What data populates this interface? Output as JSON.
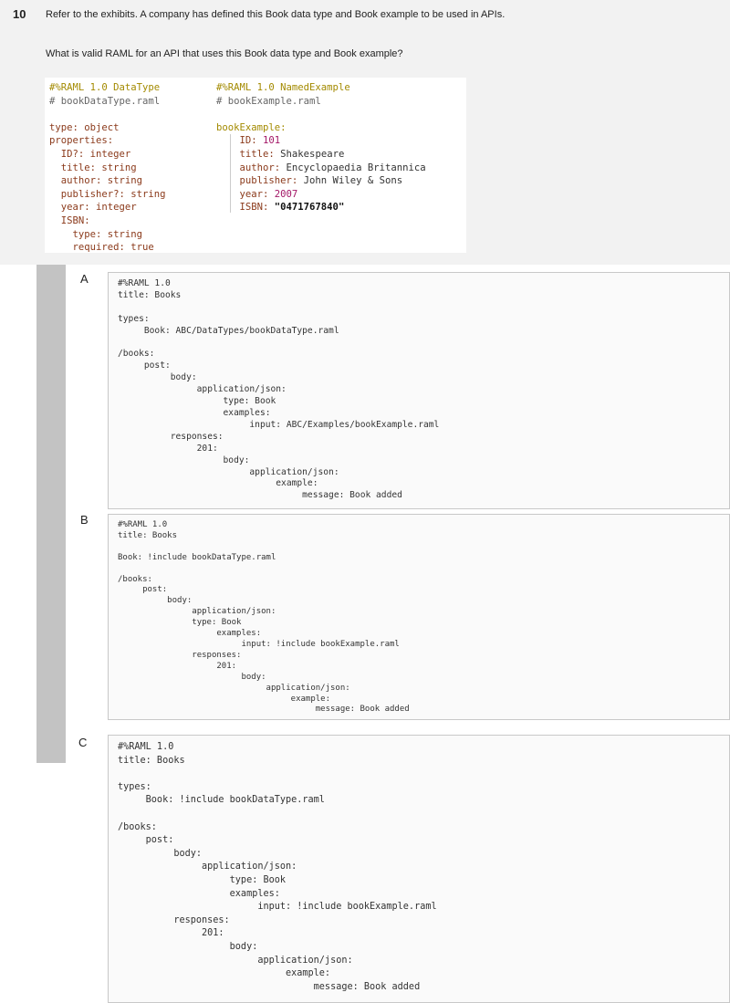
{
  "question": {
    "number": "10",
    "text": "Refer to the exhibits. A company has defined this Book data type and Book example to be used in APIs.",
    "ask": "What is valid RAML for an API that uses this Book data type and Book example?"
  },
  "exhibit": {
    "datatype": [
      {
        "text": "#%RAML 1.0 DataType",
        "cls": "c-y"
      },
      {
        "text": "# bookDataType.raml",
        "cls": "c-g"
      },
      {
        "text": "",
        "cls": "c-t"
      },
      {
        "text": "type: object",
        "cls": "c-b"
      },
      {
        "text": "properties:",
        "cls": "c-b"
      },
      {
        "text": "  ID?: integer",
        "cls": "c-b"
      },
      {
        "text": "  title: string",
        "cls": "c-b"
      },
      {
        "text": "  author: string",
        "cls": "c-b"
      },
      {
        "text": "  publisher?: string",
        "cls": "c-b"
      },
      {
        "text": "  year: integer",
        "cls": "c-b"
      },
      {
        "text": "  ISBN:",
        "cls": "c-b"
      },
      {
        "text": "    type: string",
        "cls": "c-b"
      },
      {
        "text": "    required: true",
        "cls": "c-b"
      }
    ],
    "example": [
      {
        "key": "#%RAML 1.0 NamedExample",
        "val": "",
        "kcls": "c-y",
        "vcls": "c-t"
      },
      {
        "key": "# bookExample.raml",
        "val": "",
        "kcls": "c-g",
        "vcls": "c-t"
      },
      {
        "key": "",
        "val": "",
        "kcls": "c-t",
        "vcls": "c-t"
      },
      {
        "key": "bookExample:",
        "val": "",
        "kcls": "c-y",
        "vcls": "c-t"
      },
      {
        "key": "    ID: ",
        "val": "101",
        "kcls": "c-b",
        "vcls": "c-m"
      },
      {
        "key": "    title: ",
        "val": "Shakespeare",
        "kcls": "c-b",
        "vcls": "c-t"
      },
      {
        "key": "    author: ",
        "val": "Encyclopaedia Britannica",
        "kcls": "c-b",
        "vcls": "c-t"
      },
      {
        "key": "    publisher: ",
        "val": "John Wiley & Sons",
        "kcls": "c-b",
        "vcls": "c-t"
      },
      {
        "key": "    year: ",
        "val": "2007",
        "kcls": "c-b",
        "vcls": "c-m"
      },
      {
        "key": "    ISBN: ",
        "val": "\"0471767840\"",
        "kcls": "c-b",
        "vcls": "c-k"
      }
    ]
  },
  "options": [
    {
      "letter": "A",
      "code": "#%RAML 1.0\ntitle: Books\n\ntypes:\n     Book: ABC/DataTypes/bookDataType.raml\n\n/books:\n     post:\n          body:\n               application/json:\n                    type: Book\n                    examples:\n                         input: ABC/Examples/bookExample.raml\n          responses:\n               201:\n                    body:\n                         application/json:\n                              example:\n                                   message: Book added"
    },
    {
      "letter": "B",
      "code": "#%RAML 1.0\ntitle: Books\n\nBook: !include bookDataType.raml\n\n/books:\n     post:\n          body:\n               application/json:\n               type: Book\n                    examples:\n                         input: !include bookExample.raml\n               responses:\n                    201:\n                         body:\n                              application/json:\n                                   example:\n                                        message: Book added"
    },
    {
      "letter": "C",
      "code": "#%RAML 1.0\ntitle: Books\n\ntypes:\n     Book: !include bookDataType.raml\n\n/books:\n     post:\n          body:\n               application/json:\n                    type: Book\n                    examples:\n                         input: !include bookExample.raml\n          responses:\n               201:\n                    body:\n                         application/json:\n                              example:\n                                   message: Book added"
    }
  ]
}
